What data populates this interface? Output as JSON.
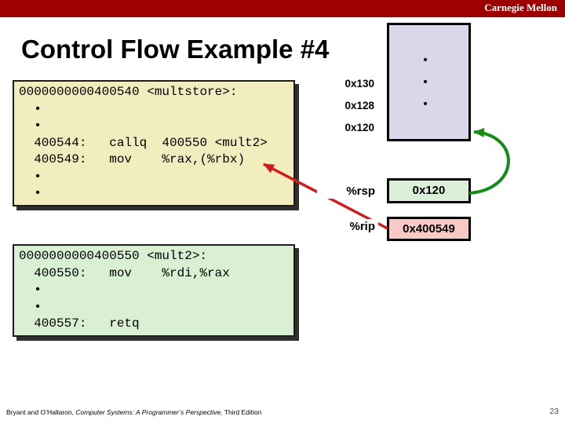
{
  "header": {
    "brand": "Carnegie Mellon",
    "bar_color": "#9C0000"
  },
  "title": "Control Flow Example #4",
  "code_blocks": {
    "multstore": {
      "bg_color": "#F2EDBE",
      "lines": [
        "0000000000400540 <multstore>:",
        "  •",
        "  •",
        "  400544:   callq  400550 <mult2>",
        "  400549:   mov    %rax,(%rbx)",
        "  •",
        "  •"
      ]
    },
    "mult2": {
      "bg_color": "#D9F1D2",
      "lines": [
        "0000000000400550 <mult2>:",
        "  400550:   mov    %rdi,%rax",
        "  •",
        "  •",
        "  400557:   retq"
      ]
    }
  },
  "stack": {
    "bg_color": "#D8D8EA",
    "dots": [
      "•",
      "•",
      "•"
    ],
    "address_labels": [
      "0x130",
      "0x128",
      "0x120"
    ]
  },
  "registers": {
    "rsp": {
      "label": "%rsp",
      "value": "0x120",
      "bg_color": "#DCEFD8"
    },
    "rip": {
      "label": "%rip",
      "value": "0x400549",
      "bg_color": "#F9C9C6"
    }
  },
  "arrows": {
    "rip_to_instruction_color": "#CF1D1D",
    "rsp_to_stack_color": "#178A17"
  },
  "footer": {
    "authors": "Bryant and O’Hallaron, ",
    "book": "Computer Systems: A Programmer’s Perspective, ",
    "edition": "Third Edition",
    "page_number": "23"
  }
}
